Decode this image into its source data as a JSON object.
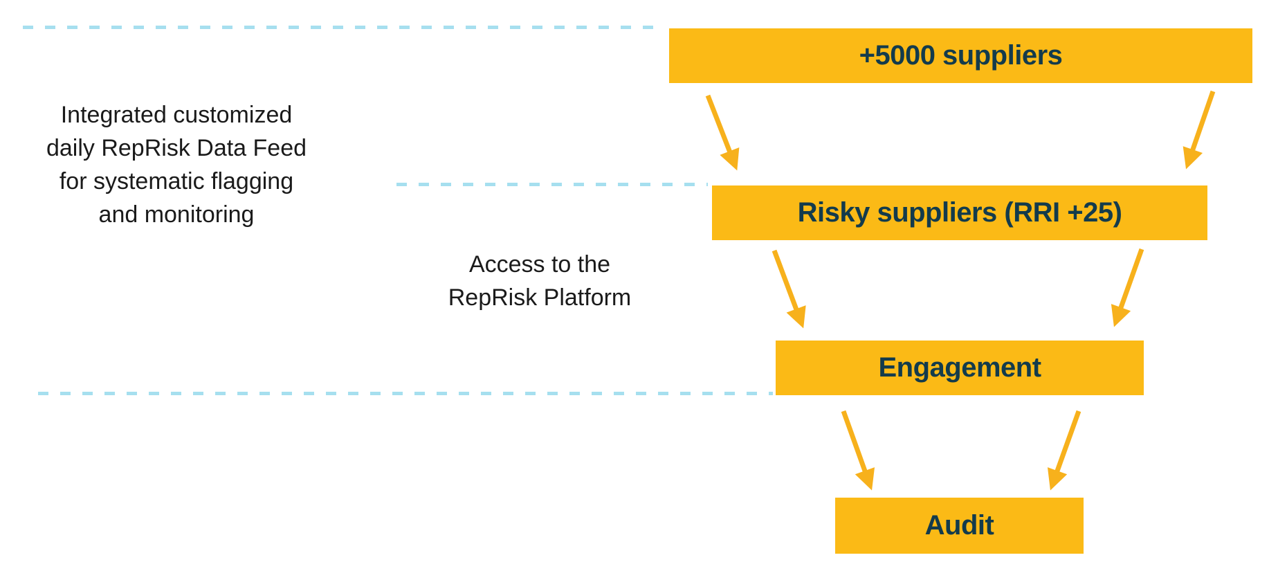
{
  "funnel": {
    "stages": [
      {
        "label": "+5000 suppliers"
      },
      {
        "label": "Risky suppliers (RRI +25)"
      },
      {
        "label": "Engagement"
      },
      {
        "label": "Audit"
      }
    ]
  },
  "annotations": [
    {
      "text": "Integrated customized daily RepRisk Data Feed for systematic flagging and monitoring",
      "lines": [
        "Integrated customized",
        "daily RepRisk Data Feed",
        "for systematic flagging",
        "and monitoring"
      ]
    },
    {
      "text": "Access to the RepRisk Platform",
      "lines": [
        "Access to the",
        "RepRisk Platform"
      ]
    }
  ],
  "colors": {
    "background": "#FFFFFF",
    "bar_fill": "#FBBA16",
    "bar_text": "#133B4C",
    "arrow": "#F7B11C",
    "dashed_line": "#A6DFEF",
    "annotation_text": "#1A1A1A"
  }
}
